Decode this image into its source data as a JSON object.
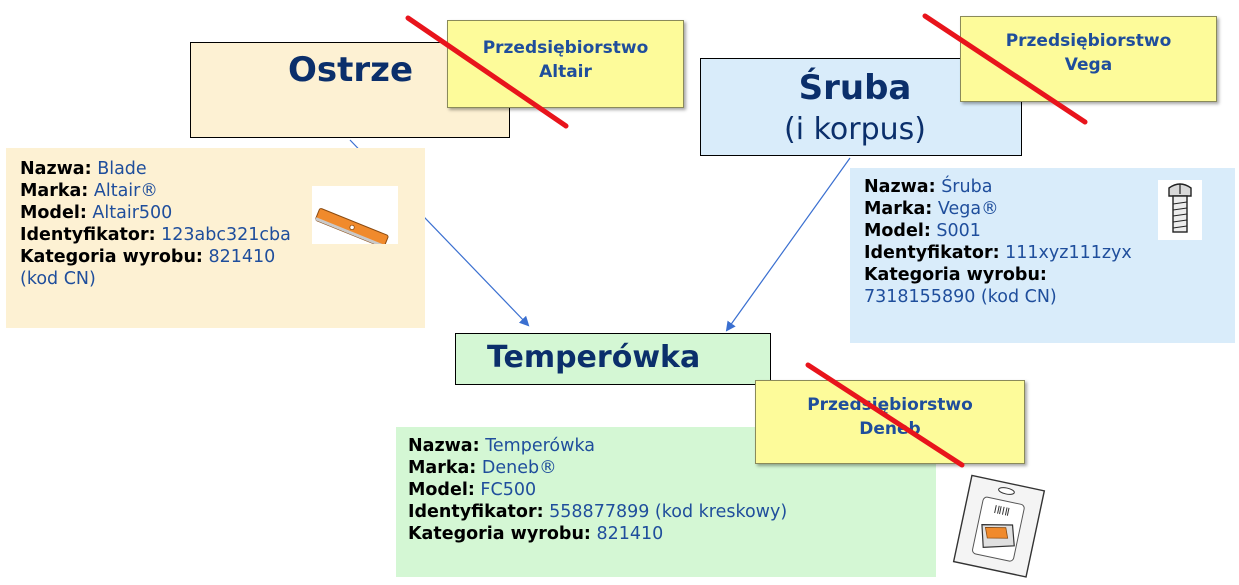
{
  "components": {
    "ostrze": {
      "title": "Ostrze",
      "note": [
        "Przedsiębiorstwo",
        "Altair"
      ],
      "info": {
        "nazwa_label": "Nazwa:",
        "nazwa": "Blade",
        "marka_label": "Marka:",
        "marka": "Altair®",
        "model_label": "Model:",
        "model": "Altair500",
        "id_label": "Identyfikator:",
        "id": "123abc321cba",
        "kat_label": "Kategoria wyrobu:",
        "kat": "821410",
        "kat_suffix": "(kod CN)"
      }
    },
    "sruba": {
      "title": "Śruba",
      "subtitle": "(i korpus)",
      "note": [
        "Przedsiębiorstwo",
        "Vega"
      ],
      "info": {
        "nazwa_label": "Nazwa:",
        "nazwa": "Śruba",
        "marka_label": "Marka:",
        "marka": "Vega®",
        "model_label": "Model:",
        "model": "S001",
        "id_label": "Identyfikator:",
        "id": "111xyz111zyx",
        "kat_label": "Kategoria wyrobu:",
        "kat": "7318155890 (kod CN)"
      }
    },
    "temperowka": {
      "title": "Temperówka",
      "note": [
        "Przedsiębiorstwo",
        "Deneb"
      ],
      "info": {
        "nazwa_label": "Nazwa:",
        "nazwa": "Temperówka",
        "marka_label": "Marka:",
        "marka": "Deneb®",
        "model_label": "Model:",
        "model": "FC500",
        "id_label": "Identyfikator:",
        "id": "558877899 (kod kreskowy)",
        "kat_label": "Kategoria wyrobu:",
        "kat": "821410"
      }
    }
  },
  "colors": {
    "value_text": "#1f4e9c",
    "title_text": "#0b2f6b",
    "strike_line": "#e8141c",
    "arrow": "#3a6fd0",
    "note_bg": "#fdfb9a"
  },
  "icons": {
    "blade": "blade-icon",
    "screw": "screw-icon",
    "sharpener": "sharpener-package-icon"
  }
}
